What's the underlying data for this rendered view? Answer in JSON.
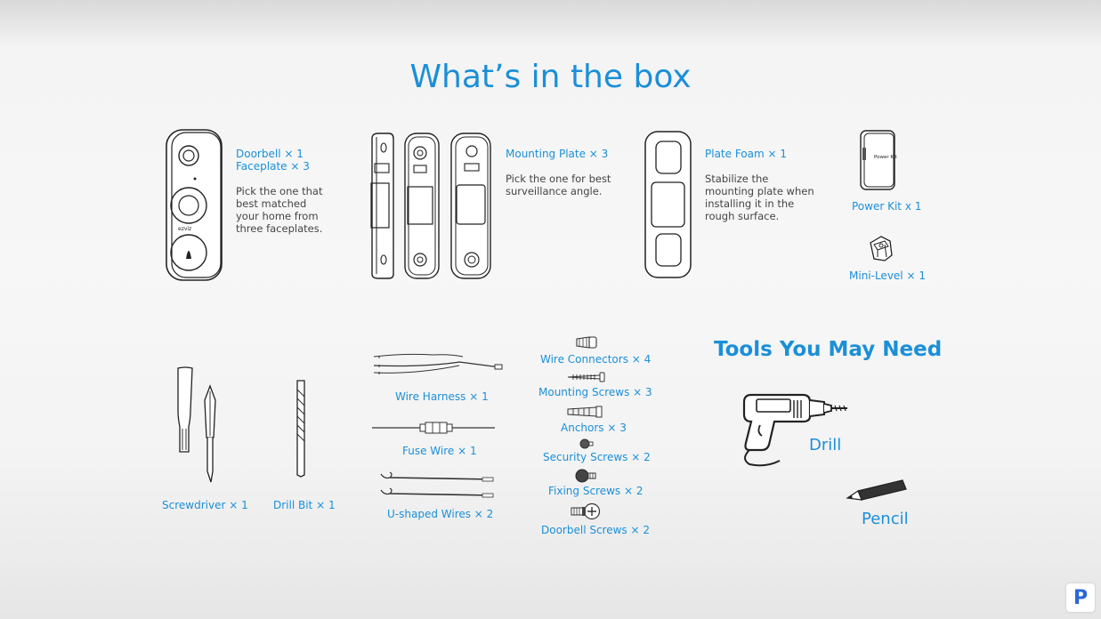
{
  "title": "What’s in the box",
  "items": {
    "doorbell": {
      "label1": "Doorbell × 1",
      "label2": "Faceplate × 3",
      "desc": "Pick the one that best matched your home from three faceplates."
    },
    "mounting_plate": {
      "label": "Mounting Plate × 3",
      "desc": "Pick the one for best surveillance angle."
    },
    "plate_foam": {
      "label": "Plate Foam × 1",
      "desc": "Stabilize the mounting plate when installing it in the rough surface."
    },
    "power_kit": {
      "label": "Power Kit x 1",
      "device_text": "Power Kit"
    },
    "mini_level": {
      "label": "Mini-Level × 1"
    },
    "screwdriver": {
      "label": "Screwdriver × 1"
    },
    "drill_bit": {
      "label": "Drill Bit × 1"
    },
    "wire_harness": {
      "label": "Wire Harness × 1"
    },
    "fuse_wire": {
      "label": "Fuse Wire × 1"
    },
    "u_shaped_wires": {
      "label": "U-shaped Wires × 2"
    },
    "wire_connectors": {
      "label": "Wire Connectors × 4"
    },
    "mounting_screws": {
      "label": "Mounting Screws × 3"
    },
    "anchors": {
      "label": "Anchors × 3"
    },
    "security_screws": {
      "label": "Security Screws × 2"
    },
    "fixing_screws": {
      "label": "Fixing Screws × 2"
    },
    "doorbell_screws": {
      "label": "Doorbell Screws × 2"
    }
  },
  "tools": {
    "heading": "Tools You May Need",
    "drill": "Drill",
    "pencil": "Pencil"
  },
  "doorbell_brand": "ezviz",
  "watermark_logo": "P",
  "colors": {
    "accent": "#1b8fd8",
    "line": "#333333"
  }
}
